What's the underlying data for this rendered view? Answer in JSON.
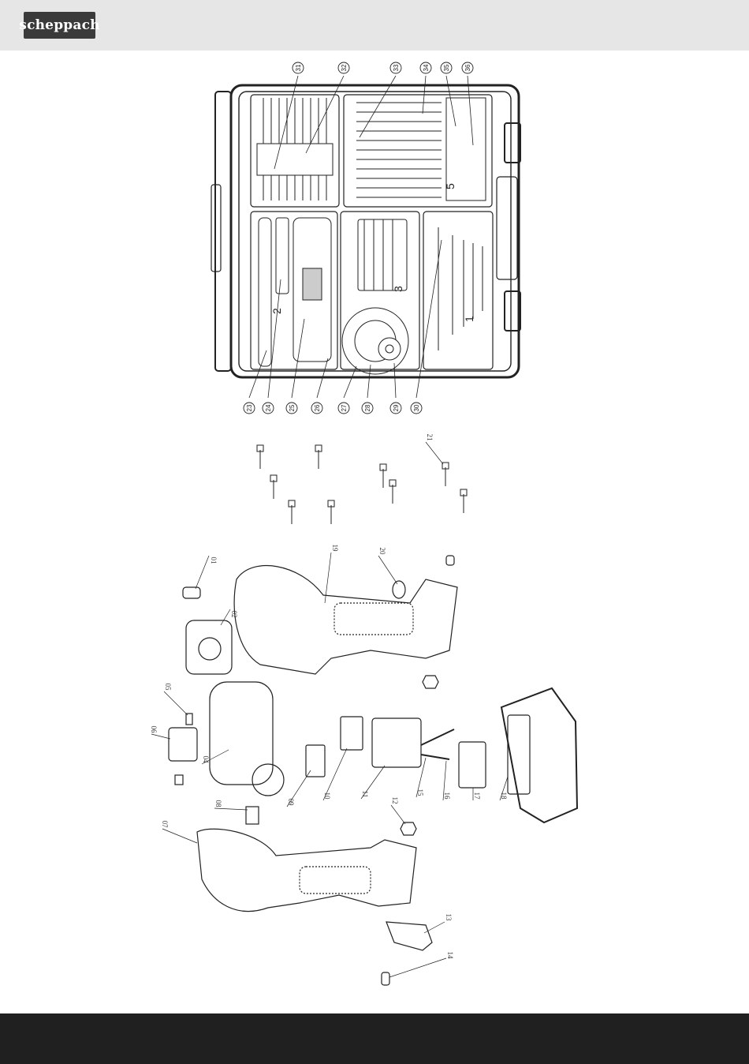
{
  "header": {
    "brand": "scheppach",
    "background": "#e6e6e6",
    "logo_background": "#3a3a3a"
  },
  "footer": {
    "background": "#202020"
  },
  "case_diagram": {
    "callouts_bottom": [
      "23",
      "24",
      "25",
      "26",
      "27",
      "28",
      "29",
      "30"
    ],
    "callouts_top": [
      "31",
      "32",
      "33",
      "34",
      "35",
      "36"
    ],
    "compartment_numbers": [
      "2",
      "3",
      "5",
      "1"
    ]
  },
  "drill_diagram": {
    "part_labels": [
      "01",
      "02",
      "05",
      "06",
      "04",
      "08",
      "07",
      "09",
      "10",
      "11",
      "12",
      "15",
      "16",
      "17",
      "18",
      "13",
      "14",
      "19",
      "20",
      "21"
    ]
  }
}
